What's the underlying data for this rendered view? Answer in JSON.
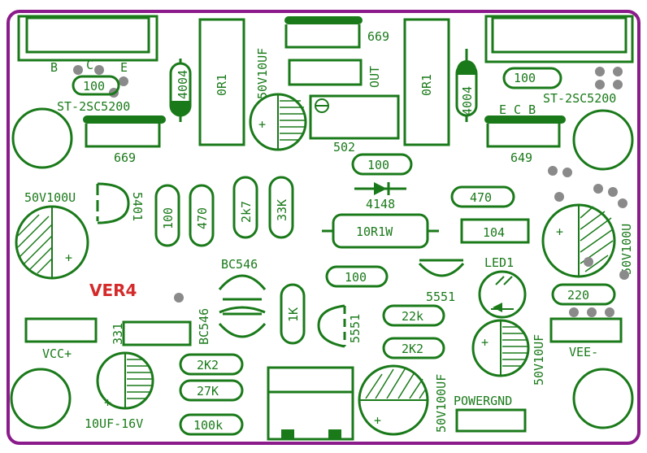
{
  "board": {
    "version_label": "VER4",
    "border_color": "#8b1a8b",
    "silk_color": "#1a7a1a",
    "version_color": "#d42a2a"
  },
  "labels": {
    "pin_b_left": "B",
    "pin_c_left": "C",
    "pin_e_left": "E",
    "pins_right": "E  C  B",
    "transistor_left": "ST-2SC5200",
    "transistor_right": "ST-2SC5200",
    "top_left_669": "669",
    "top_center_669": "669",
    "top_right_649": "649",
    "out": "OUT",
    "res_100_a": "100",
    "res_100_b": "100",
    "res_100_c": "100",
    "res_100_d": "100",
    "res_100_e": "100",
    "diode_4004_left": "4004",
    "diode_4004_right": "4004",
    "or1_left": "0R1",
    "or1_right": "0R1",
    "cap_50v10uf_top": "50V10UF",
    "trimmer_502": "502",
    "diode_4148": "4148",
    "res_470_a": "470",
    "res_470_b": "470",
    "cap_50v100u_left": "50V100U",
    "cap_50v100u_right": "50V100U",
    "q_5401": "5401",
    "res_2k7": "2k7",
    "res_33k": "33K",
    "res_10r1w": "10R1W",
    "cap_104": "104",
    "bc546_top": "BC546",
    "bc546_side": "BC546",
    "led1": "LED1",
    "q_5551_a": "5551",
    "q_5551_b": "5551",
    "res_1k": "1K",
    "res_22k": "22k",
    "res_2k2_right": "2K2",
    "res_220": "220",
    "res_331": "331",
    "vcc": "VCC+",
    "vee": "VEE-",
    "res_2k2_left": "2K2",
    "res_27k": "27K",
    "res_100k": "100k",
    "cap_10uf_16v": "10UF-16V",
    "cap_50v100uf_bottom": "50V100UF",
    "cap_50v10uf_right": "50V10UF",
    "powergnd": "POWERGND",
    "plus": "+"
  }
}
